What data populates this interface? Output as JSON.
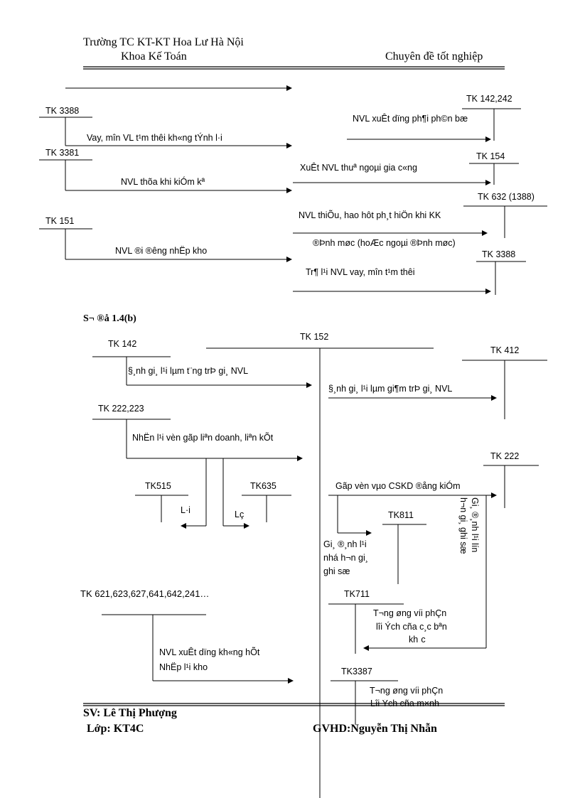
{
  "header": {
    "school": "Trường TC KT-KT Hoa Lư Hà Nội",
    "department": "Khoa Kế Toán",
    "report": "Chuyên đề tốt nghiệp"
  },
  "upper": {
    "tk3388": "TK 3388",
    "tk3388_desc": "Vay, m­în  VL t¹m thêi kh«ng tÝnh l·i",
    "tk3381": "TK 3381",
    "tk3381_desc": "NVL thõa khi kiÓm kª",
    "tk151": "TK 151",
    "tk151_desc": "NVL ®i ®­êng  nhËp kho",
    "tk142_242": "TK 142,242",
    "tk142_242_desc": "NVL xuÊt dïng ph¶i ph©n bæ",
    "tk154": "TK 154",
    "tk154_desc": "XuÊt NVL thuª ngoµi  gia c«ng",
    "tk632": "TK 632 (1388)",
    "tk632_desc1": "NVL thiÕu, hao hôt ph¸t hiÖn khi KK",
    "tk632_desc2": "®Þnh møc (hoÆc ngoµi  ®Þnh møc)",
    "tk3388_r": "TK 3388",
    "tk3388_r_desc": "Tr¶ l¹i NVL vay, m­în  t¹m thêi"
  },
  "lower": {
    "section_title": "S¬ ®å 1.4(b)",
    "tk152": "TK 152",
    "tk142": "TK 142",
    "tk142_desc": "§¸nh gi¸ l¹i lµm t¨ng trÞ gi¸ NVL",
    "tk412": "TK 412",
    "tk412_desc": "§¸nh gi¸ l¹i lµm gi¶m trÞ gi¸ NVL",
    "tk222_223": "TK 222,223",
    "tk222_223_desc": "NhËn l¹i vèn gãp liªn doanh, liªn  kÕt",
    "tk222": "TK 222",
    "tk222_desc": "Gãp vèn vµo  CSKD ®ång kiÓm",
    "tk515": "TK515",
    "tk635": "TK635",
    "lai": "L·i",
    "lo": "Lç",
    "tk811": "TK811",
    "tk811_desc1": "Gi¸ ®¸nh l¹i",
    "tk811_desc2": "nhá h¬n gi¸",
    "tk811_desc3": "ghi sæ",
    "vertical_desc1": "Gi¸ ®¸nh l¹i lín",
    "vertical_desc2": "h¬n gi¸ ghi sæ",
    "tk_list": "TK 621,623,627,641,642,241…",
    "tk_list_desc1": "NVL xuÊt dïng kh«ng hÕt",
    "tk_list_desc2": "NhËp l¹i kho",
    "tk711": "TK711",
    "tk711_desc1": "T­¬ng  øng víi phÇn",
    "tk711_desc2": "lîi Ých cña c¸c bªn",
    "tk711_desc3": "kh¸c",
    "tk3387": "TK3387",
    "tk3387_desc1": "T­¬ng  øng víi phÇn",
    "tk3387_desc2": "Lîi Ých cña m×nh"
  },
  "footer": {
    "student": "SV: Lê Thị Phượng",
    "class": "Lớp: KT4C",
    "supervisor": "GVHD:Nguyễn  Thị Nhẫn"
  }
}
